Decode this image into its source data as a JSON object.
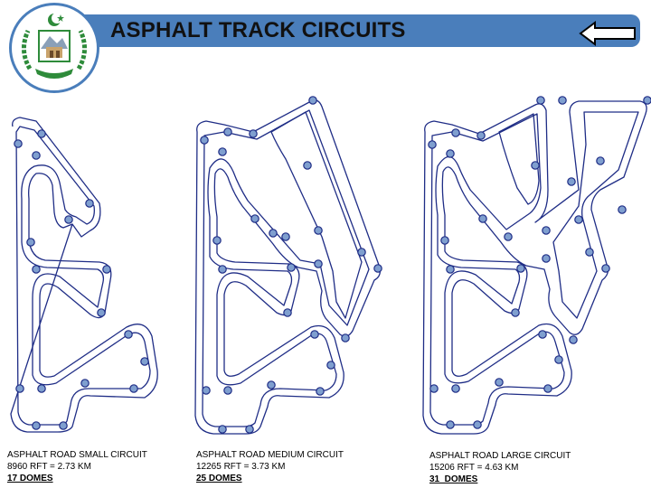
{
  "header": {
    "title": "ASPHALT TRACK CIRCUITS",
    "logo_icon": "emblem-logo",
    "back_icon": "left-arrow-icon"
  },
  "colors": {
    "title_bar": "#4a7ebb",
    "track": "#1f2d86",
    "dome_fill": "#7f9fcf",
    "dome_stroke": "#1f2d86"
  },
  "circuits": [
    {
      "name": "ASPHALT ROAD SMALL CIRCUIT",
      "length": "8960 RFT = 2.73 KM",
      "domes": "17 DOMES"
    },
    {
      "name": "ASPHALT ROAD MEDIUM CIRCUIT",
      "length": "12265 RFT = 3.73 KM",
      "domes": "25 DOMES"
    },
    {
      "name": "ASPHALT ROAD LARGE CIRCUIT",
      "length": "15206 RFT = 4.63 KM",
      "domes": "31  DOMES"
    }
  ]
}
